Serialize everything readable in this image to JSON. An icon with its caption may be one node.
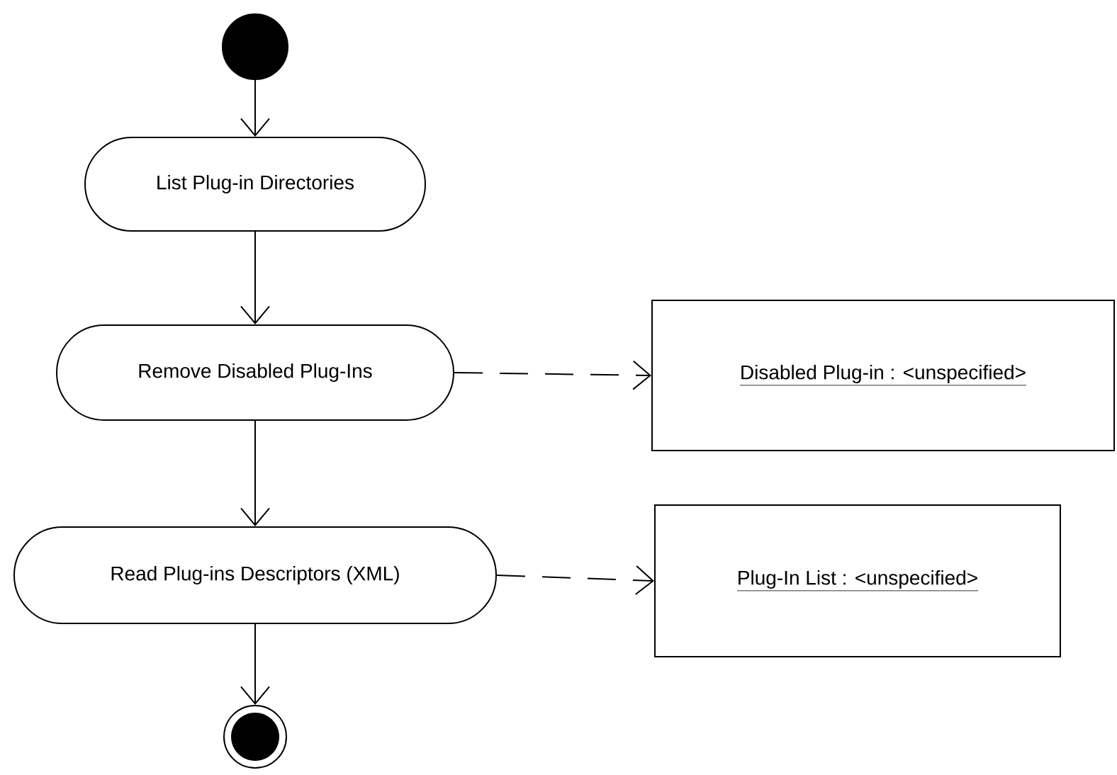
{
  "diagram": {
    "nodes": [
      {
        "text": [],
        "shape": "circle"
      },
      {
        "text": [
          "List Plug-in Directories"
        ]
      },
      {
        "text": [
          "Remove Disabled Plug-Ins"
        ]
      },
      {
        "text": [
          "Disabled Plug-in : <unspecified>"
        ]
      },
      {
        "text": [
          "Read Plug-ins Descriptors (XML)"
        ]
      },
      {
        "text": [
          "Plug-In List : <unspecified>"
        ]
      },
      {
        "text": [],
        "shape": "bullseye"
      }
    ],
    "edges": [
      {
        "from": 0,
        "to": 1,
        "arrow": "to"
      },
      {
        "from": 1,
        "to": 2,
        "arrow": "to"
      },
      {
        "from": 2,
        "to": 3,
        "arrow": "to",
        "style": "dashed"
      },
      {
        "from": 2,
        "to": 4,
        "arrow": "to"
      },
      {
        "from": 4,
        "to": 5,
        "arrow": "to",
        "style": "dashed"
      },
      {
        "from": 4,
        "to": 6,
        "arrow": "to"
      }
    ]
  }
}
